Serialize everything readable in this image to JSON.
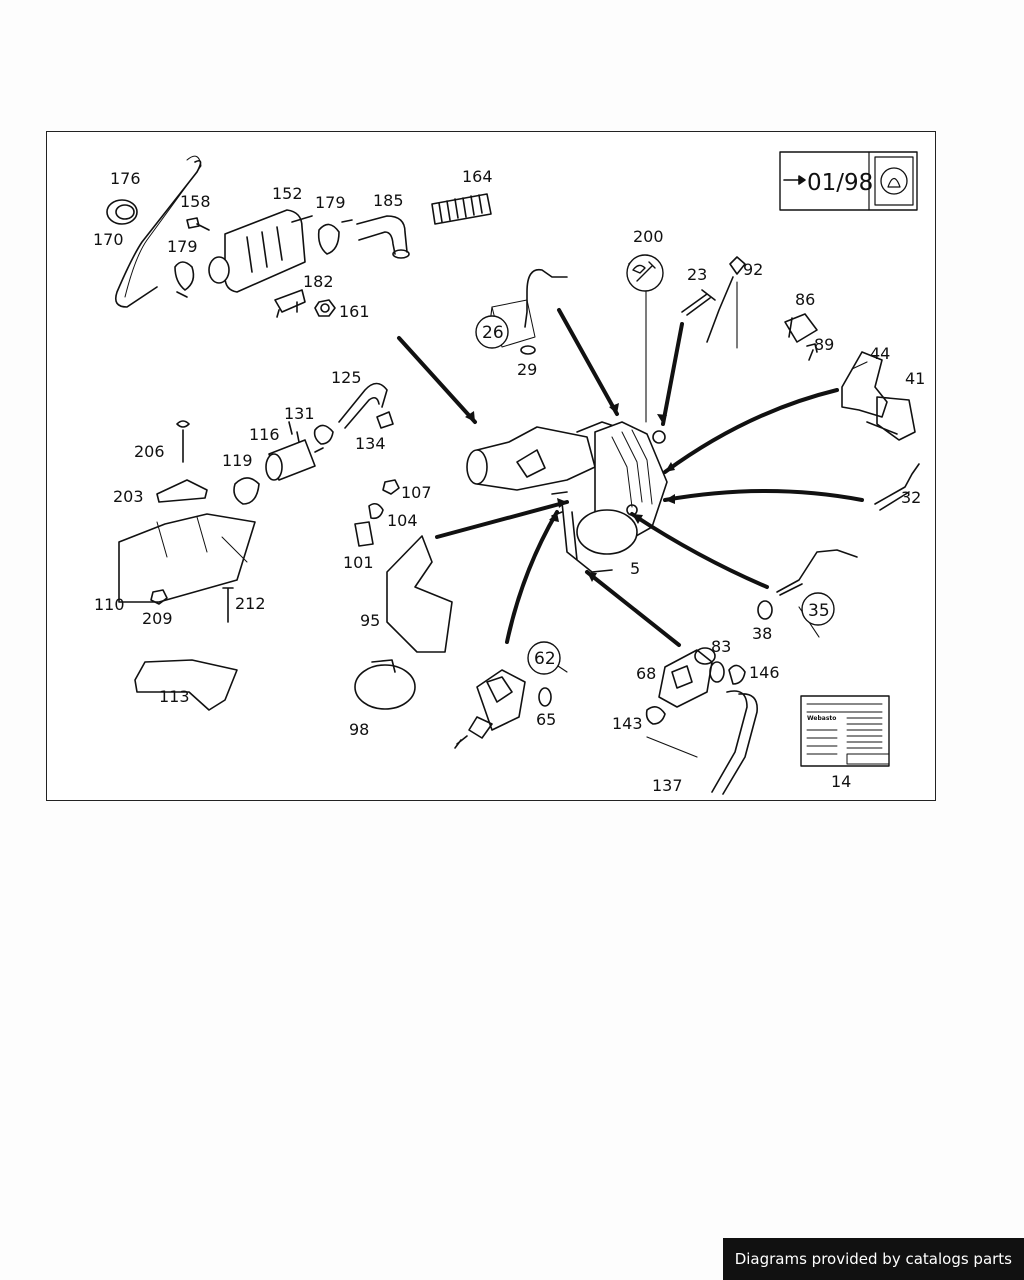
{
  "date_box": {
    "text": "01/98"
  },
  "callouts": {
    "c176": "176",
    "c170": "170",
    "c158": "158",
    "c179a": "179",
    "c152": "152",
    "c179b": "179",
    "c185": "185",
    "c164": "164",
    "c182": "182",
    "c161": "161",
    "c26": "26",
    "c29": "29",
    "c200": "200",
    "c23": "23",
    "c92": "92",
    "c86": "86",
    "c89": "89",
    "c44": "44",
    "c41": "41",
    "c125": "125",
    "c131": "131",
    "c116": "116",
    "c134": "134",
    "c206": "206",
    "c119": "119",
    "c203": "203",
    "c107": "107",
    "c104": "104",
    "c101": "101",
    "c32": "32",
    "c5": "5",
    "c35": "35",
    "c38": "38",
    "c110": "110",
    "c209": "209",
    "c212": "212",
    "c95": "95",
    "c62": "62",
    "c65": "65",
    "c83": "83",
    "c68": "68",
    "c146": "146",
    "c113": "113",
    "c98": "98",
    "c143": "143",
    "c14": "14",
    "c137": "137"
  },
  "manual_label": "Webasto",
  "footer": {
    "credit": "Diagrams provided by catalogs parts"
  }
}
